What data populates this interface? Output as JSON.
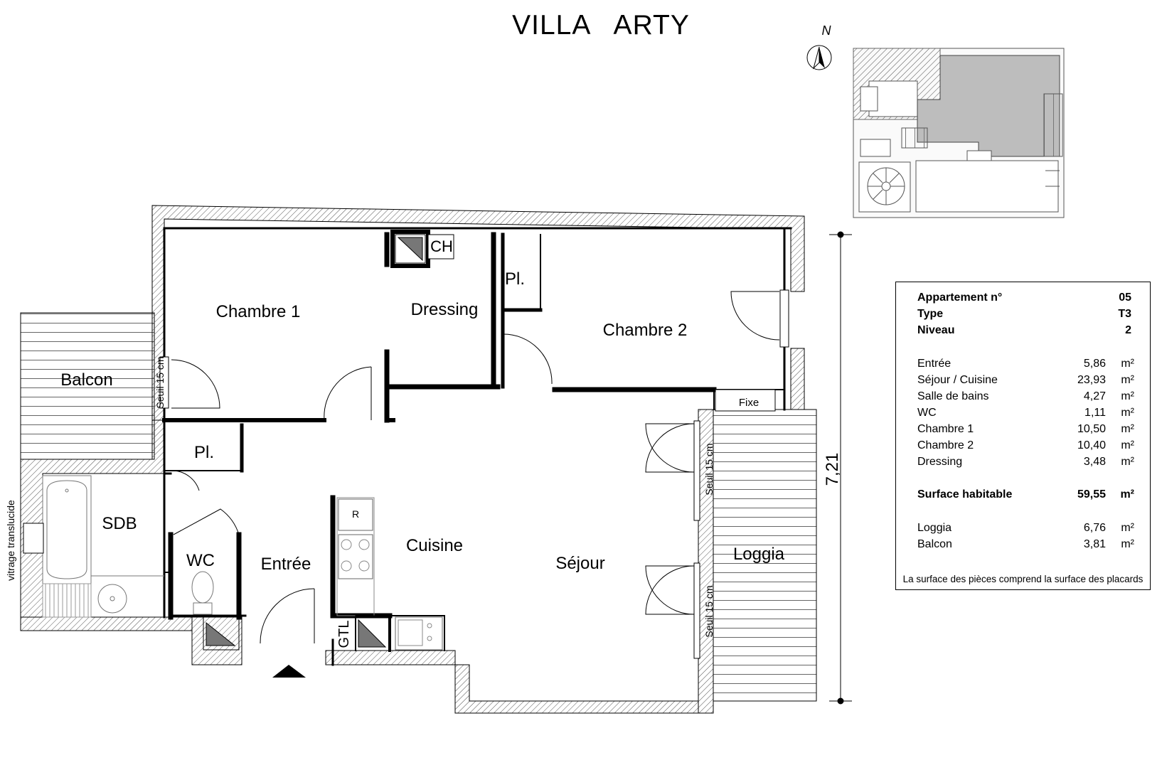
{
  "title": "VILLA   ARTY",
  "north_label": "N",
  "rooms": {
    "chambre1": "Chambre 1",
    "dressing": "Dressing",
    "chambre2": "Chambre 2",
    "balcon": "Balcon",
    "sdb": "SDB",
    "wc": "WC",
    "entree": "Entrée",
    "cuisine": "Cuisine",
    "sejour": "Séjour",
    "loggia": "Loggia",
    "pl1": "Pl.",
    "pl2": "Pl.",
    "ch": "CH",
    "fixe": "Fixe",
    "gtl": "GTL",
    "fridge": "R"
  },
  "annotations": {
    "seuil_balcon": "Seuil 15 cm",
    "seuil_loggia_1": "Seuil 15 cm",
    "seuil_loggia_2": "Seuil 15 cm",
    "vitrage": "vitrage translucide",
    "dimension": "7,21"
  },
  "info": {
    "header": [
      {
        "label": "Appartement n°",
        "value": "05"
      },
      {
        "label": "Type",
        "value": "T3"
      },
      {
        "label": "Niveau",
        "value": "2"
      }
    ],
    "surfaces": [
      {
        "label": "Entrée",
        "value": "5,86",
        "unit": "m²"
      },
      {
        "label": "Séjour / Cuisine",
        "value": "23,93",
        "unit": "m²"
      },
      {
        "label": "Salle de bains",
        "value": "4,27",
        "unit": "m²"
      },
      {
        "label": "WC",
        "value": "1,11",
        "unit": "m²"
      },
      {
        "label": "Chambre 1",
        "value": "10,50",
        "unit": "m²"
      },
      {
        "label": "Chambre 2",
        "value": "10,40",
        "unit": "m²"
      },
      {
        "label": "Dressing",
        "value": "3,48",
        "unit": "m²"
      }
    ],
    "total": {
      "label": "Surface habitable",
      "value": "59,55",
      "unit": "m²"
    },
    "exterior": [
      {
        "label": "Loggia",
        "value": "6,76",
        "unit": "m²"
      },
      {
        "label": "Balcon",
        "value": "3,81",
        "unit": "m²"
      }
    ],
    "note": "La surface des pièces comprend la surface des placards"
  }
}
